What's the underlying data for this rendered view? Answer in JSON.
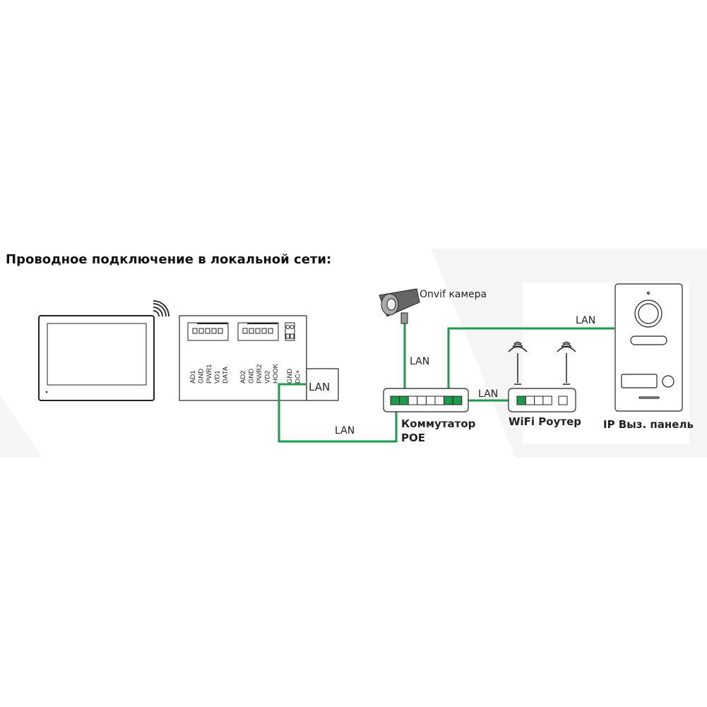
{
  "title": "Проводное подключение в локальной сети:",
  "colors": {
    "cable": "#1e9a4b",
    "port_active": "#1e9a4b",
    "outline": "#333333"
  },
  "monitor": {
    "pins_left": [
      "AD1",
      "GND",
      "PWR1",
      "VD1",
      "DATA"
    ],
    "pins_right": [
      "AD2",
      "GND",
      "PWR2",
      "VD2",
      "HOOK"
    ],
    "power_pins": [
      "GND",
      "DC+"
    ],
    "lan_port": "LAN"
  },
  "camera": {
    "label": "Onvif камера"
  },
  "switch": {
    "label_line1": "Коммутатор",
    "label_line2": "POE"
  },
  "router": {
    "label": "WiFi Роутер"
  },
  "panel": {
    "label": "IP Выз. панель"
  },
  "cables": {
    "monitor_switch": "LAN",
    "camera_switch": "LAN",
    "switch_panel": "LAN",
    "switch_router": "LAN"
  }
}
